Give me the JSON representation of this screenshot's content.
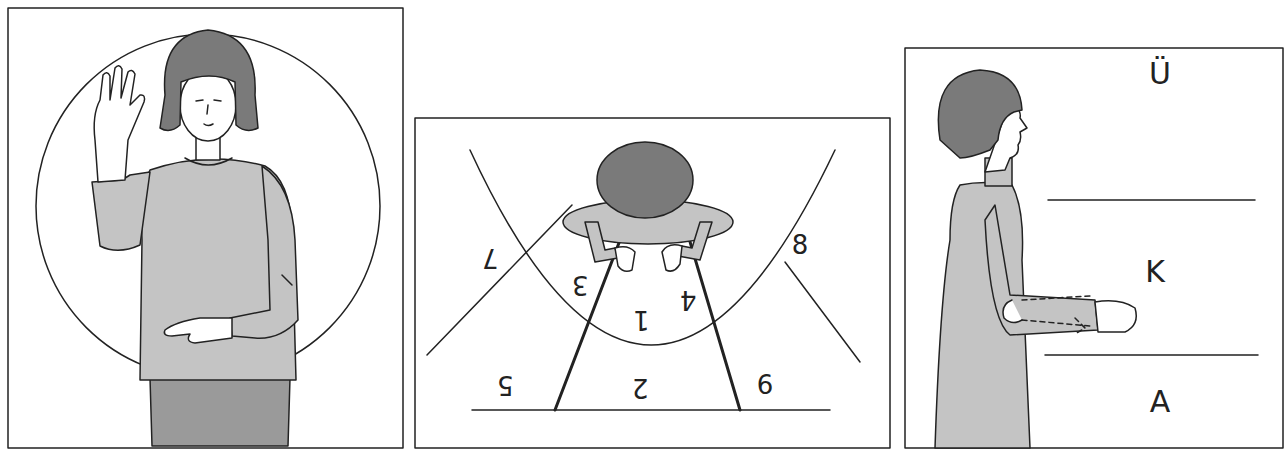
{
  "diagram": {
    "labels": [
      "7",
      "8",
      "3",
      "1",
      "4",
      "5",
      "2",
      "6",
      "Ü",
      "K",
      "A"
    ]
  }
}
